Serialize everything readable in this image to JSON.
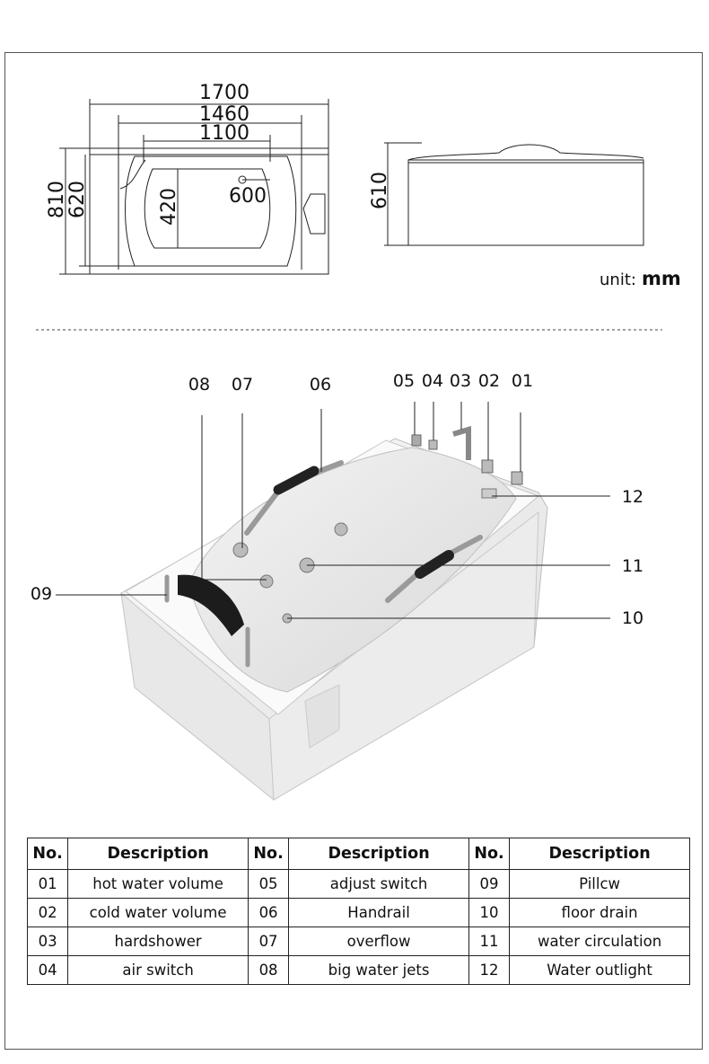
{
  "dimensions": {
    "top_view": {
      "length_outer": "1700",
      "length_mid": "1460",
      "length_inner": "1100",
      "width_outer": "810",
      "width_mid": "620",
      "width_inner": "420",
      "drain_offset": "600"
    },
    "side_view": {
      "height": "610"
    }
  },
  "unit": {
    "label": "unit:",
    "value": "mm"
  },
  "callouts": [
    "08",
    "07",
    "06",
    "05",
    "04",
    "03",
    "02",
    "01",
    "12",
    "11",
    "10",
    "09"
  ],
  "table": {
    "headers": {
      "no": "No.",
      "description": "Description"
    },
    "rows": [
      [
        {
          "no": "01",
          "desc": "hot water volume"
        },
        {
          "no": "05",
          "desc": "adjust switch"
        },
        {
          "no": "09",
          "desc": "Pillcw"
        }
      ],
      [
        {
          "no": "02",
          "desc": "cold water volume"
        },
        {
          "no": "06",
          "desc": "Handrail"
        },
        {
          "no": "10",
          "desc": "floor drain"
        }
      ],
      [
        {
          "no": "03",
          "desc": "hardshower"
        },
        {
          "no": "07",
          "desc": "overflow"
        },
        {
          "no": "11",
          "desc": "water circulation"
        }
      ],
      [
        {
          "no": "04",
          "desc": "air switch"
        },
        {
          "no": "08",
          "desc": "big water jets"
        },
        {
          "no": "12",
          "desc": "Water outlight"
        }
      ]
    ]
  }
}
